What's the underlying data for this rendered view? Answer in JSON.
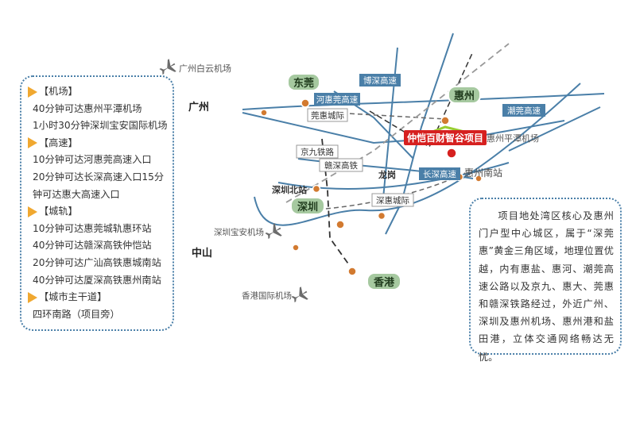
{
  "map": {
    "airports": {
      "guangzhou": "广州白云机场",
      "huizhou": "惠州平潭机场",
      "shenzhen": "深圳宝安机场",
      "hongkong": "香港国际机场"
    },
    "city_badges": {
      "dongguan": "东莞",
      "huizhou": "惠州",
      "shenzhen": "深圳",
      "hongkong": "香港"
    },
    "place_labels": {
      "guangzhou": "广州",
      "zhongshan": "中山",
      "longgang": "龙岗",
      "shenzhen_north": "深圳北站",
      "huizhou_south": "惠州南站"
    },
    "road_tags": {
      "boshen": "博深高速",
      "heihui": "河惠莞高速",
      "chaoguan": "潮莞高速",
      "changshen": "长深高速"
    },
    "rail_tags": {
      "guanhui": "莞惠城际",
      "jingjiu": "京九铁路",
      "ganshen": "赣深高铁",
      "shenhui": "深惠城际"
    },
    "project": "仲恺百财智谷项目",
    "colors": {
      "expressway": "#4a7fa8",
      "project": "#d6201f",
      "city_badge": "#a6c9a0",
      "arrow": "#f0a830"
    }
  },
  "legend": {
    "items": [
      {
        "type": "header",
        "text": "【机场】"
      },
      {
        "type": "item",
        "text": "40分钟可达惠州平潭机场"
      },
      {
        "type": "item",
        "text": "1小时30分钟深圳宝安国际机场"
      },
      {
        "type": "header",
        "text": "【高速】"
      },
      {
        "type": "item",
        "text": "10分钟可达河惠莞高速入口"
      },
      {
        "type": "item",
        "text": "20分钟可达长深高速入口15分"
      },
      {
        "type": "item",
        "text": "钟可达惠大高速入口"
      },
      {
        "type": "header",
        "text": "【城轨】"
      },
      {
        "type": "item",
        "text": "10分钟可达惠莞城轨惠环站"
      },
      {
        "type": "item",
        "text": "40分钟可达赣深高铁仲恺站"
      },
      {
        "type": "item",
        "text": "20分钟可达广汕高铁惠城南站"
      },
      {
        "type": "item",
        "text": "40分钟可达厦深高铁惠州南站"
      },
      {
        "type": "header",
        "text": "【城市主干道】"
      },
      {
        "type": "item",
        "text": "四环南路（项目旁）"
      }
    ]
  },
  "description": "项目地处湾区核心及惠州门户型中心城区，属于“深莞惠”黄金三角区域，地理位置优越，内有惠盐、惠河、潮莞高速公路以及京九、惠大、莞惠和赣深铁路经过，外近广州、深圳及惠州机场、惠州港和盐田港，立体交通网络畅达无忧。"
}
